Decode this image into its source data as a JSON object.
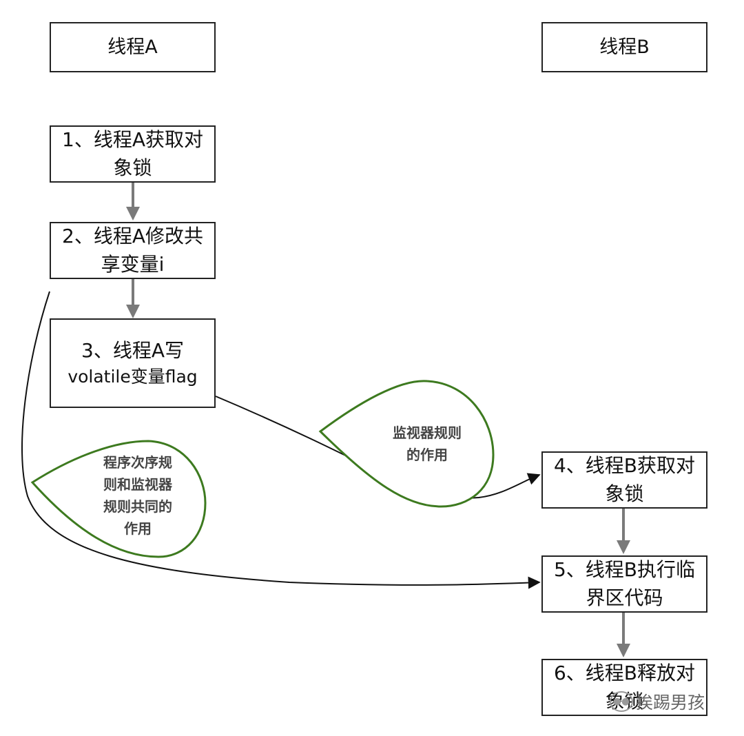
{
  "lanes": {
    "a": "线程A",
    "b": "线程B"
  },
  "steps": {
    "s1": [
      "1、线程A获取对",
      "象锁"
    ],
    "s2": [
      "2、线程A修改共",
      "享变量i"
    ],
    "s3": [
      "3、线程A写",
      "volatile变量flag"
    ],
    "s4": [
      "4、线程B获取对",
      "象锁"
    ],
    "s5": [
      "5、线程B执行临",
      "界区代码"
    ],
    "s6": [
      "6、线程B释放对",
      "象锁"
    ]
  },
  "annotations": {
    "monitor_rule": [
      "监视器规则",
      "的作用"
    ],
    "combined_rule": [
      "程序次序规",
      "则和监视器",
      "规则共同的",
      "作用"
    ]
  },
  "watermark": {
    "icon": "wechat-icon",
    "text": "挨踢男孩"
  },
  "colors": {
    "bubble_stroke": "#3d7a1f",
    "arrow_gray": "#7a7a7a",
    "line_black": "#111111"
  }
}
